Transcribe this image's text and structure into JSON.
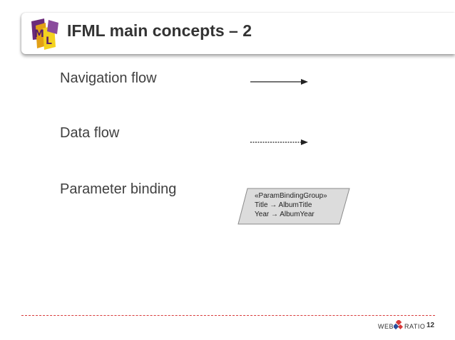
{
  "title": "IFML main concepts – 2",
  "logo_text": "IFML",
  "rows": [
    {
      "label": "Navigation flow",
      "symbol": "solid-arrow"
    },
    {
      "label": "Data flow",
      "symbol": "dotted-arrow"
    },
    {
      "label": "Parameter binding",
      "symbol": "parameter-binding-group"
    }
  ],
  "param_binding": {
    "lines": [
      "«ParamBindingGroup»",
      "Title → AlbumTitle",
      "Year → AlbumYear"
    ]
  },
  "footer": {
    "brand_left": "WEB",
    "brand_right": "RATIO",
    "page_number": "12"
  },
  "colors": {
    "separator": "#d83a3a",
    "title_text": "#333333",
    "body_text": "#404040",
    "param_fill": "#dcdcdc"
  }
}
